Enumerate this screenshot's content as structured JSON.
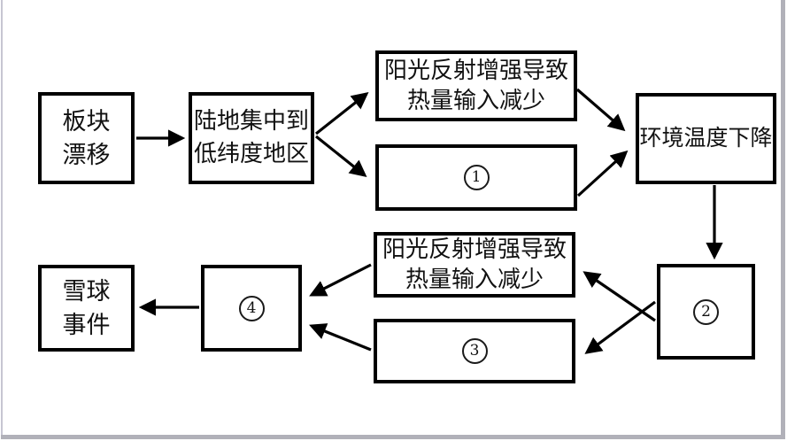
{
  "diagram": {
    "title": "snowball-event-causal-flowchart",
    "nodes": {
      "plate_drift": {
        "lines": [
          "板块",
          "漂移"
        ]
      },
      "land_low_latitude": {
        "lines": [
          "陆地集中到",
          "低纬度地区"
        ]
      },
      "sunlight_top": {
        "lines": [
          "阳光反射增强导致",
          "热量输入减少"
        ]
      },
      "blank1": {
        "symbol": "①",
        "digit": "1"
      },
      "env_temp_drop": {
        "label": "环境温度下降"
      },
      "blank2": {
        "symbol": "②",
        "digit": "2"
      },
      "sunlight_bottom": {
        "lines": [
          "阳光反射增强导致",
          "热量输入减少"
        ]
      },
      "blank3": {
        "symbol": "③",
        "digit": "3"
      },
      "blank4": {
        "symbol": "④",
        "digit": "4"
      },
      "snowball_event": {
        "lines": [
          "雪球",
          "事件"
        ]
      }
    },
    "edges": [
      {
        "from": "plate_drift",
        "to": "land_low_latitude"
      },
      {
        "from": "land_low_latitude",
        "to": "sunlight_top"
      },
      {
        "from": "land_low_latitude",
        "to": "blank1"
      },
      {
        "from": "sunlight_top",
        "to": "env_temp_drop"
      },
      {
        "from": "blank1",
        "to": "env_temp_drop"
      },
      {
        "from": "env_temp_drop",
        "to": "blank2"
      },
      {
        "from": "blank2",
        "to": "sunlight_bottom"
      },
      {
        "from": "blank2",
        "to": "blank3"
      },
      {
        "from": "sunlight_bottom",
        "to": "blank4"
      },
      {
        "from": "blank3",
        "to": "blank4"
      },
      {
        "from": "blank4",
        "to": "snowball_event"
      }
    ],
    "colors": {
      "line": "#000000",
      "box_background": "#ffffff",
      "frame_gray": "#b1b1b9",
      "frame_left_line": "#c7c6d2"
    }
  }
}
